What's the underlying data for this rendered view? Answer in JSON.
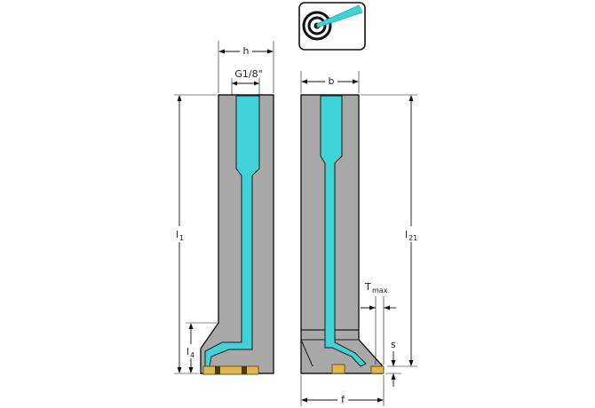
{
  "icon": {
    "name": "internal-coolant-target-icon",
    "coolant_color": "#3fd3d8",
    "ring_color": "#111111"
  },
  "colors": {
    "body": "#a8a8a8",
    "coolant": "#3fd3d8",
    "insert": "#e0b84a",
    "outline": "#1a1a1a"
  },
  "labels": {
    "h": "h",
    "thread": "G1/8\"",
    "b": "b",
    "l1_main": "l",
    "l1_sub": "1",
    "l4_main": "l",
    "l4_sub": "4",
    "l21_main": "l",
    "l21_sub": "21",
    "tmax_main": "T",
    "tmax_sub": "max",
    "s": "s",
    "f": "f"
  }
}
